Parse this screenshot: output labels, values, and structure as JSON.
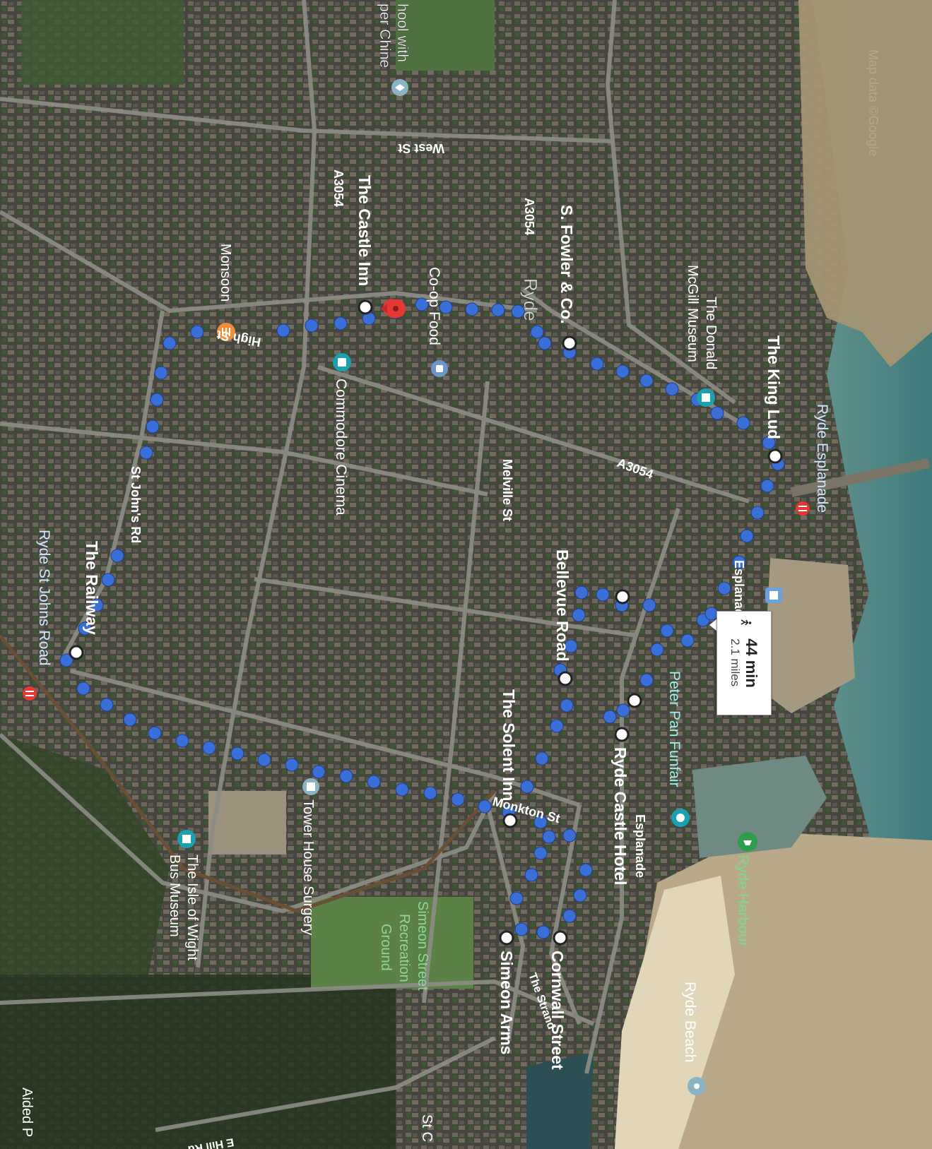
{
  "route": {
    "duration": "44 min",
    "distance": "2.1 miles",
    "mode_icon": "walking-icon",
    "dot_color": "#3a6fd8",
    "destination_marker_color": "#e53935"
  },
  "stops": [
    {
      "name": "The Castle Inn"
    },
    {
      "name": "S. Fowler & Co."
    },
    {
      "name": "The King Lud"
    },
    {
      "name": "Bellevue Road"
    },
    {
      "name": "Ryde Castle Hotel"
    },
    {
      "name": "The Solent Inn"
    },
    {
      "name": "Cornwall Street"
    },
    {
      "name": "Simeon Arms"
    },
    {
      "name": "The Railway"
    }
  ],
  "places": {
    "school": "hool with",
    "school2": "per Chine",
    "coop": "Co-op Food",
    "monsoon": "Monsoon",
    "commodore": "Commodore Cinema",
    "donald1": "The Donald",
    "donald2": "McGill Museum",
    "ryde_esplanade_station": "Ryde Esplanade",
    "peter_pan": "Peter Pan Funfair",
    "ryde_harbour": "Ryde Harbour",
    "ryde_beach": "Ryde Beach",
    "simeon1": "Simeon Street",
    "simeon2": "Recreation",
    "simeon3": "Ground",
    "tower_house": "Tower House Surgery",
    "bus1": "The Isle of Wight",
    "bus2": "Bus Museum",
    "st_johns_station": "Ryde St Johns Road",
    "ryde": "Ryde"
  },
  "roads": {
    "west_st": "West St",
    "a3054_1": "A3054",
    "a3054_2": "A3054",
    "a3054_3": "A3054",
    "high_st": "High St",
    "melville": "Melville St",
    "st_johns_rd": "St John's Rd",
    "monkton": "Monkton St",
    "esplanade1": "Esplanade",
    "esplanade2": "Esplanade",
    "the_strand": "The Strand",
    "e_hill_rd": "E Hill Rd",
    "aided": "Aided P",
    "st_c": "St C"
  },
  "watermark": "Map data ©Google",
  "colors": {
    "sea": "#5e8f86",
    "sand": "#b3a27e",
    "urban": "#4a4a45",
    "green": "#3b5a2e",
    "road": "#8d8d86",
    "route": "#3a6fd8"
  }
}
